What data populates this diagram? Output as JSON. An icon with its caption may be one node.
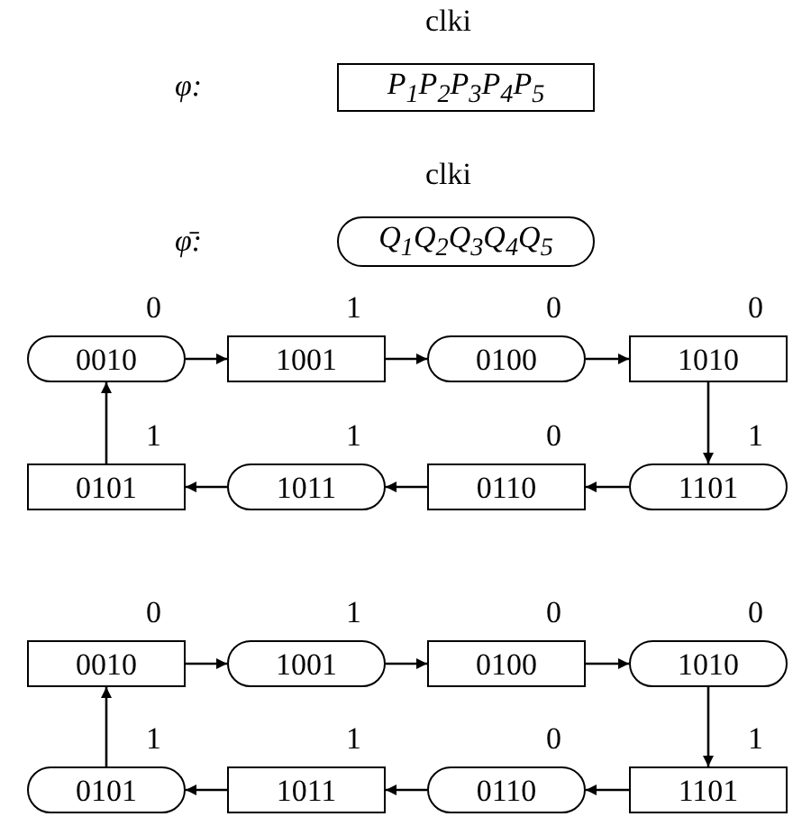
{
  "diagram": {
    "nodes": [
      {
        "text": [
          "P$_{1}$P$_{2}$P$_{3}$P$_{4}$P$_{5}$"
        ],
        "beside": [
          "clki"
        ]
      },
      {
        "text": [
          "Q$_{1}$Q$_{2}$Q$_{3}$Q$_{4}$Q$_{5}$"
        ],
        "beside": [
          "clki"
        ]
      },
      {
        "text": [
          "0010"
        ],
        "beside": [
          "0"
        ]
      },
      {
        "text": [
          "1001"
        ],
        "beside": [
          "1"
        ]
      },
      {
        "text": [
          "0100"
        ],
        "beside": [
          "0"
        ]
      },
      {
        "text": [
          "1010"
        ],
        "beside": [
          "0"
        ]
      },
      {
        "text": [
          "0101"
        ],
        "beside": [
          "1"
        ]
      },
      {
        "text": [
          "1011"
        ],
        "beside": [
          "1"
        ]
      },
      {
        "text": [
          "0110"
        ],
        "beside": [
          "0"
        ]
      },
      {
        "text": [
          "1101"
        ],
        "beside": [
          "1"
        ]
      },
      {
        "text": [
          "0010"
        ],
        "beside": [
          "0"
        ]
      },
      {
        "text": [
          "1001"
        ],
        "beside": [
          "1"
        ]
      },
      {
        "text": [
          "0100"
        ],
        "beside": [
          "0"
        ]
      },
      {
        "text": [
          "1010"
        ],
        "beside": [
          "0"
        ]
      },
      {
        "text": [
          "0101"
        ],
        "beside": [
          "1"
        ]
      },
      {
        "text": [
          "1011"
        ],
        "beside": [
          "1"
        ]
      },
      {
        "text": [
          "0110"
        ],
        "beside": [
          "0"
        ]
      },
      {
        "text": [
          "1101"
        ],
        "beside": [
          "1"
        ]
      }
    ],
    "edges": [
      {
        "from": 2,
        "to": 3,
        "arrow": "to"
      },
      {
        "from": 3,
        "to": 4,
        "arrow": "to"
      },
      {
        "from": 4,
        "to": 5,
        "arrow": "to"
      },
      {
        "from": 5,
        "to": 9,
        "arrow": "to"
      },
      {
        "from": 9,
        "to": 8,
        "arrow": "to"
      },
      {
        "from": 8,
        "to": 7,
        "arrow": "to"
      },
      {
        "from": 7,
        "to": 6,
        "arrow": "to"
      },
      {
        "from": 6,
        "to": 2,
        "arrow": "to"
      },
      {
        "from": 10,
        "to": 11,
        "arrow": "to"
      },
      {
        "from": 11,
        "to": 12,
        "arrow": "to"
      },
      {
        "from": 12,
        "to": 13,
        "arrow": "to"
      },
      {
        "from": 13,
        "to": 17,
        "arrow": "to"
      },
      {
        "from": 17,
        "to": 16,
        "arrow": "to"
      },
      {
        "from": 16,
        "to": 15,
        "arrow": "to"
      },
      {
        "from": 15,
        "to": 14,
        "arrow": "to"
      },
      {
        "from": 14,
        "to": 10,
        "arrow": "to"
      }
    ],
    "labels": [
      "φ:",
      "φ̄:"
    ]
  }
}
